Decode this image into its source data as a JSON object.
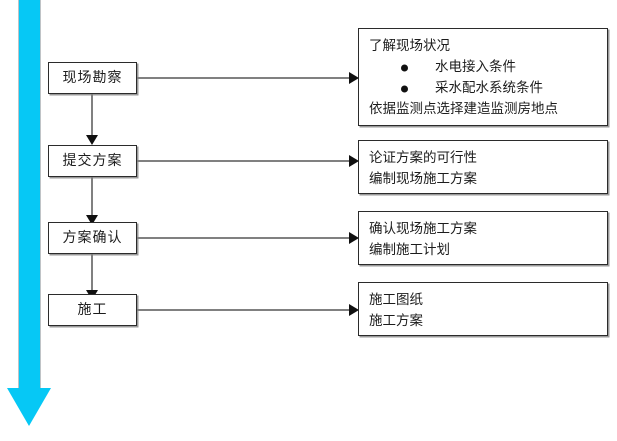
{
  "diagram": {
    "title": "",
    "background_color": "#ffffff",
    "accent_color": "#06c8f5",
    "line_color": "#808080",
    "arrowhead_color": "#101010",
    "box_border_color": "#2b2b2b"
  },
  "progress_arrow": {
    "name": "workflow-direction-arrow",
    "direction": "down",
    "color": "#06c8f5"
  },
  "stages": [
    {
      "id": "site-survey",
      "label": "现场勘察",
      "details": [
        {
          "text": "了解现场状况",
          "bullet": false
        },
        {
          "text": "水电接入条件",
          "bullet": true
        },
        {
          "text": "采水配水系统条件",
          "bullet": true
        },
        {
          "text": "依据监测点选择建造监测房地点",
          "bullet": false
        }
      ]
    },
    {
      "id": "submit-plan",
      "label": "提交方案",
      "details": [
        {
          "text": "论证方案的可行性",
          "bullet": false
        },
        {
          "text": "编制现场施工方案",
          "bullet": false
        }
      ]
    },
    {
      "id": "confirm-plan",
      "label": "方案确认",
      "details": [
        {
          "text": "确认现场施工方案",
          "bullet": false
        },
        {
          "text": "编制施工计划",
          "bullet": false
        }
      ]
    },
    {
      "id": "construction",
      "label": "施工",
      "details": [
        {
          "text": "施工图纸",
          "bullet": false
        },
        {
          "text": "施工方案",
          "bullet": false
        }
      ]
    }
  ]
}
